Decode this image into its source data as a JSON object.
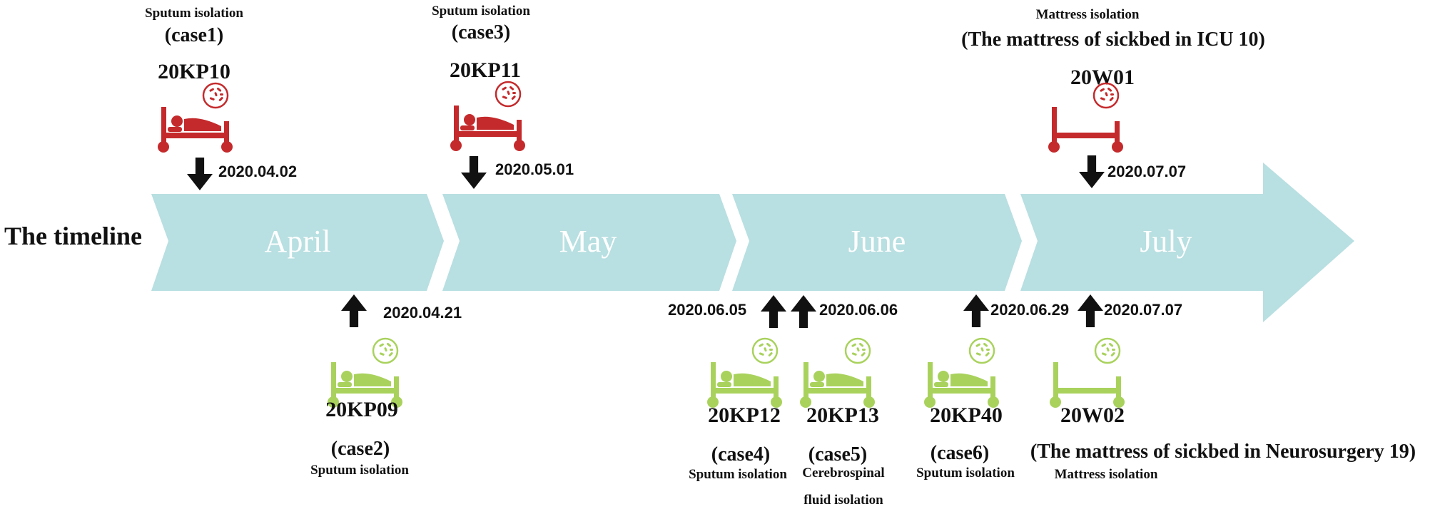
{
  "title": "The timeline",
  "colors": {
    "timeline": "#b8dfe1",
    "sputum_red": "#c42a2c",
    "green": "#a9d25d",
    "arrow": "#111111",
    "month_text": "#ffffff"
  },
  "months": [
    "April",
    "May",
    "June",
    "July"
  ],
  "events_top": [
    {
      "id": "20KP10",
      "case": "(case1)",
      "source": "Sputum isolation",
      "date": "2020.04.02",
      "icon": "patient-bed-bacteria-icon"
    },
    {
      "id": "20KP11",
      "case": "(case3)",
      "source": "Sputum isolation",
      "date": "2020.05.01",
      "icon": "patient-bed-bacteria-icon"
    },
    {
      "id": "20W01",
      "case": "(The mattress of sickbed in ICU 10)",
      "source": "Mattress isolation",
      "date": "2020.07.07",
      "icon": "empty-bed-bacteria-icon"
    }
  ],
  "events_bottom": [
    {
      "id": "20KP09",
      "case": "(case2)",
      "source": "Sputum isolation",
      "date": "2020.04.21",
      "icon": "patient-bed-bacteria-icon"
    },
    {
      "id": "20KP12",
      "case": "(case4)",
      "source": "Sputum isolation",
      "date": "2020.06.05",
      "icon": "patient-bed-bacteria-icon"
    },
    {
      "id": "20KP13",
      "case": "(case5)",
      "source_line1": "Cerebrospinal",
      "source_line2": "fluid isolation",
      "date": "2020.06.06",
      "icon": "patient-bed-bacteria-icon"
    },
    {
      "id": "20KP40",
      "case": "(case6)",
      "source": "Sputum isolation",
      "date": "2020.06.29",
      "icon": "patient-bed-bacteria-icon"
    },
    {
      "id": "20W02",
      "case": "(The mattress of sickbed in Neurosurgery 19)",
      "source": "Mattress isolation",
      "date": "2020.07.07",
      "icon": "empty-bed-bacteria-icon"
    }
  ]
}
